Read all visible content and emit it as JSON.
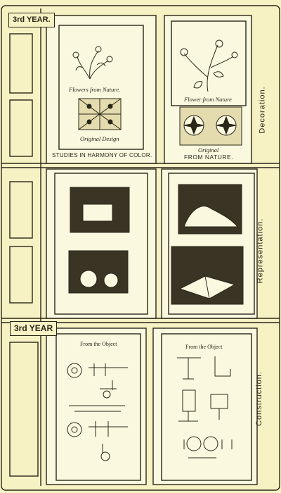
{
  "year_tags": [
    "3rd YEAR.",
    "3rd YEAR"
  ],
  "sections": {
    "decoration": "Decoration.",
    "representation": "Representation.",
    "construction": "Construction."
  },
  "panels": {
    "harmony_caption": "Studies in Harmony of Color.",
    "nature_caption": "From Nature.",
    "left_flowers_caption": "Flowers from Nature.",
    "left_design_caption": "Original Design",
    "right_flower_caption": "Flower from Nature",
    "right_design_caption": "Original",
    "object_left": "From the Object",
    "object_right": "From the Object"
  },
  "colors": {
    "paper": "#f7f2c4",
    "ink": "#2a2618",
    "card": "#fbf8e0"
  }
}
